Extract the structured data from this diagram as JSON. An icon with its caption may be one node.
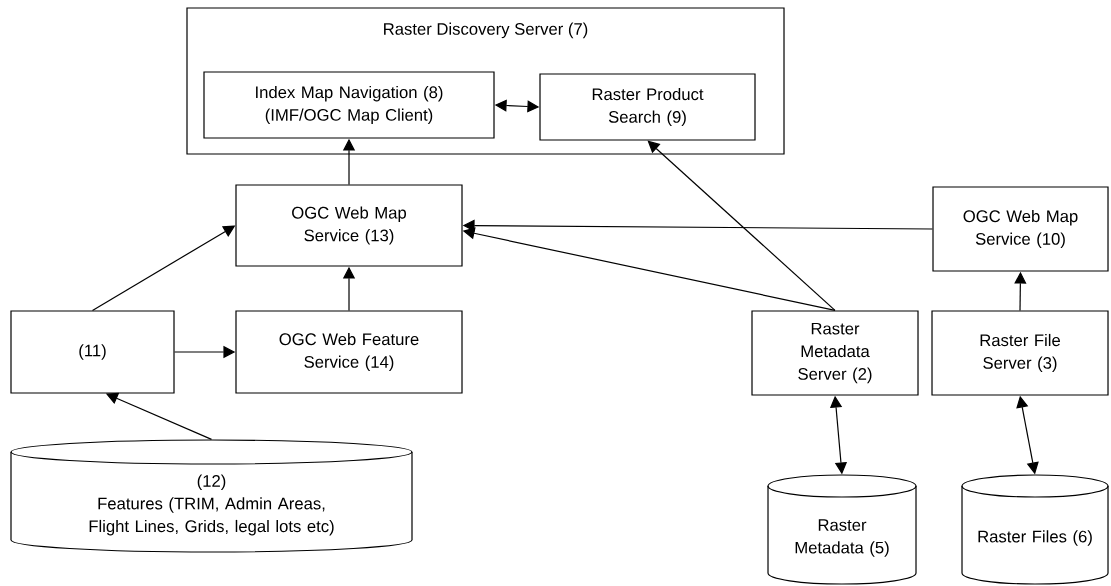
{
  "diagram": {
    "nodes": [
      {
        "text": [
          "Raster Discovery Server (7)"
        ]
      },
      {
        "text": [
          "Index Map Navigation (8) (IMF/OGC Map Client)"
        ],
        "in": 0
      },
      {
        "text": [
          "Raster Product Search (9)"
        ],
        "in": 0
      },
      {
        "text": [
          "OGC Web Map Service (13)"
        ]
      },
      {
        "text": [
          "OGC Web Map Service (10)"
        ]
      },
      {
        "text": [
          "(11)"
        ]
      },
      {
        "text": [
          "OGC Web Feature Service (14)"
        ]
      },
      {
        "text": [
          "Raster Metadata Server (2)"
        ]
      },
      {
        "text": [
          "Raster File Server (3)"
        ]
      },
      {
        "text": [
          "(12)",
          "Features (TRIM, Admin Areas, Flight Lines, Grids, legal lots etc)"
        ]
      },
      {
        "text": [
          "Raster Metadata (5)"
        ]
      },
      {
        "text": [
          "Raster Files (6)"
        ]
      }
    ],
    "edges": [
      {
        "from": 1,
        "to": 2,
        "arrow": "both"
      },
      {
        "from": 3,
        "to": 1,
        "arrow": "to"
      },
      {
        "from": 5,
        "to": 3,
        "arrow": "to"
      },
      {
        "from": 6,
        "to": 3,
        "arrow": "to"
      },
      {
        "from": 5,
        "to": 6,
        "arrow": "to"
      },
      {
        "from": 9,
        "to": 5,
        "arrow": "to"
      },
      {
        "from": 4,
        "to": 3,
        "arrow": "to"
      },
      {
        "from": 7,
        "to": 3,
        "arrow": "to"
      },
      {
        "from": 7,
        "to": 2,
        "arrow": "to"
      },
      {
        "from": 8,
        "to": 4,
        "arrow": "to"
      },
      {
        "from": 7,
        "to": 10,
        "arrow": "both"
      },
      {
        "from": 8,
        "to": 11,
        "arrow": "both"
      }
    ]
  }
}
